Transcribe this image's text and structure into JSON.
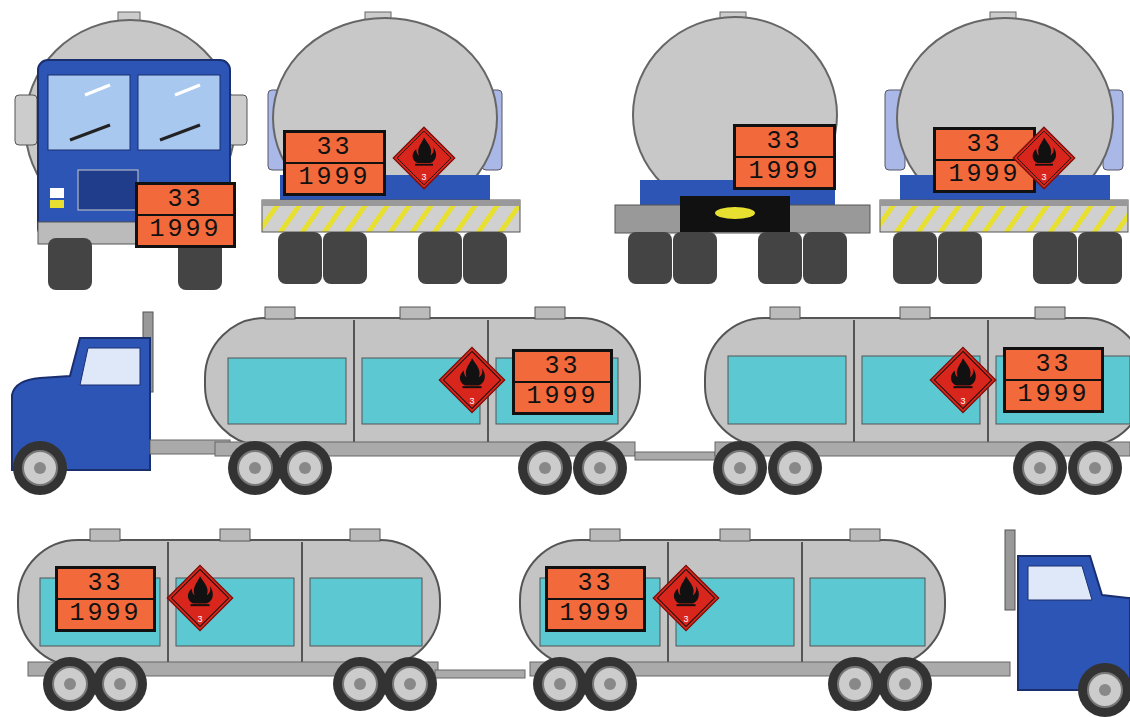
{
  "diagram": {
    "nodes": [
      {
        "text": [
          "33",
          "1999"
        ]
      },
      {
        "text": [
          "33",
          "1999"
        ]
      },
      {
        "text": [
          "3"
        ]
      },
      {
        "text": [
          "33",
          "1999"
        ]
      },
      {
        "text": [
          "33",
          "1999"
        ]
      },
      {
        "text": [
          "3"
        ]
      },
      {
        "text": [
          "3"
        ]
      },
      {
        "text": [
          "33",
          "1999"
        ]
      },
      {
        "text": [
          "3"
        ]
      },
      {
        "text": [
          "33",
          "1999"
        ]
      },
      {
        "text": [
          "33",
          "1999"
        ]
      },
      {
        "text": [
          "3"
        ]
      },
      {
        "text": [
          "33",
          "1999"
        ]
      },
      {
        "text": [
          "3"
        ]
      }
    ]
  }
}
